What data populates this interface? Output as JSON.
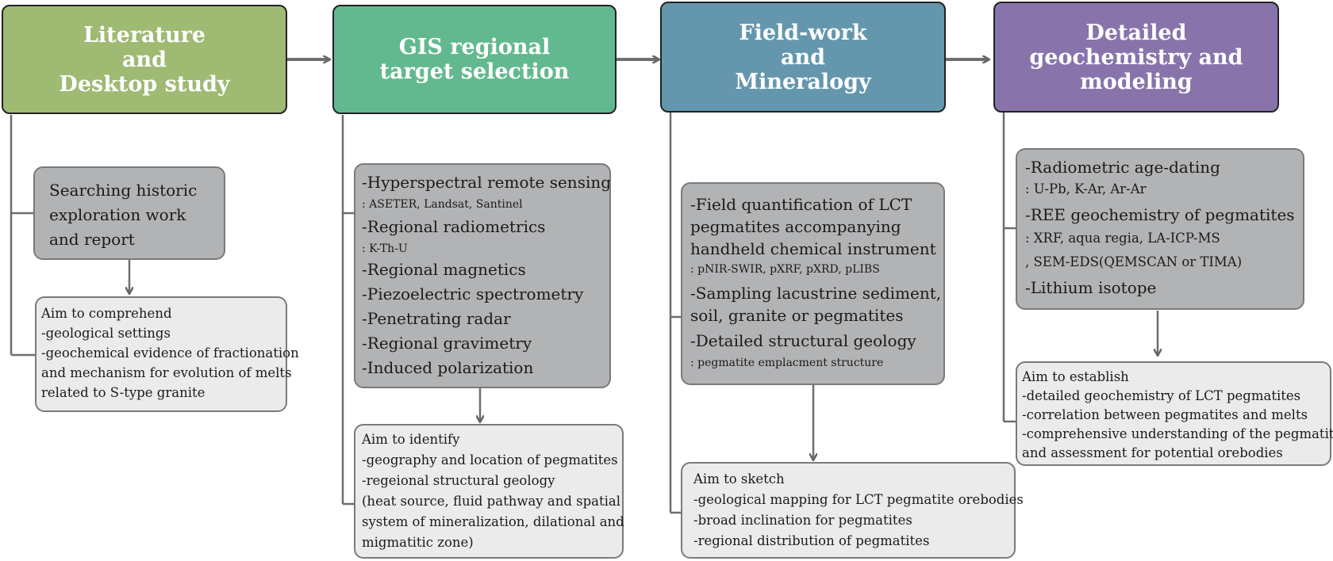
{
  "stages": [
    {
      "title": [
        "Literature",
        "and",
        "Desktop study"
      ],
      "color": "#9eba73",
      "process": [
        {
          "text": "Searching historic",
          "size": "lg"
        },
        {
          "text": "exploration work",
          "size": "lg"
        },
        {
          "text": "and report",
          "size": "lg"
        }
      ],
      "aim": [
        "Aim to comprehend",
        "-geological settings",
        "-geochemical evidence of fractionation",
        " and mechanism for evolution of melts",
        " related to S-type granite"
      ]
    },
    {
      "title": [
        "GIS regional",
        "target selection"
      ],
      "color": "#63b98f",
      "process": [
        {
          "text": "-Hyperspectral remote sensing",
          "size": "lg"
        },
        {
          "text": " : ASETER, Landsat, Santinel",
          "size": "sm"
        },
        {
          "text": "-Regional radiometrics",
          "size": "lg"
        },
        {
          "text": " : K-Th-U",
          "size": "sm"
        },
        {
          "text": "-Regional magnetics",
          "size": "lg"
        },
        {
          "text": "-Piezoelectric spectrometry",
          "size": "lg"
        },
        {
          "text": "-Penetrating radar",
          "size": "lg"
        },
        {
          "text": "-Regional gravimetry",
          "size": "lg"
        },
        {
          "text": "-Induced polarization",
          "size": "lg"
        }
      ],
      "aim": [
        "Aim to identify",
        "-geography and location of pegmatites",
        "-regeional structural geology",
        " (heat source, fluid pathway and spatial",
        "  system of mineralization, dilational and",
        "  migmatitic zone)"
      ]
    },
    {
      "title": [
        "Field-work",
        "and",
        "Mineralogy"
      ],
      "color": "#6497ad",
      "process": [
        {
          "text": "-Field quantification of LCT",
          "size": "lg"
        },
        {
          "text": "pegmatites accompanying",
          "size": "lg"
        },
        {
          "text": "handheld  chemical instrument",
          "size": "lg"
        },
        {
          "text": " : pNIR-SWIR, pXRF, pXRD, pLIBS",
          "size": "sm"
        },
        {
          "text": "-Sampling lacustrine sediment,",
          "size": "lg"
        },
        {
          "text": "  soil, granite or pegmatites",
          "size": "lg"
        },
        {
          "text": "-Detailed structural geology",
          "size": "lg"
        },
        {
          "text": " : pegmatite emplacment structure",
          "size": "sm"
        }
      ],
      "aim": [
        "Aim to sketch",
        "-geological mapping for LCT pegmatite orebodies",
        "-broad inclination for pegmatites",
        "-regional distribution of pegmatites"
      ]
    },
    {
      "title": [
        "Detailed",
        "geochemistry and",
        "modeling"
      ],
      "color": "#8874ab",
      "process": [
        {
          "text": "-Radiometric age-dating",
          "size": "lg"
        },
        {
          "text": " : U-Pb, K-Ar, Ar-Ar",
          "size": "md"
        },
        {
          "text": "-REE geochemistry of pegmatites",
          "size": "lg"
        },
        {
          "text": "  : XRF, aqua regia, LA-ICP-MS",
          "size": "md"
        },
        {
          "text": "  , SEM-EDS(QEMSCAN or TIMA)",
          "size": "md"
        },
        {
          "text": "-Lithium isotope",
          "size": "lg"
        }
      ],
      "aim": [
        "Aim to establish",
        "-detailed geochemistry of LCT pegmatites",
        "-correlation between pegmatites and melts",
        "-comprehensive understanding of the pegmatites",
        "  and assessment for potential orebodies"
      ]
    }
  ]
}
